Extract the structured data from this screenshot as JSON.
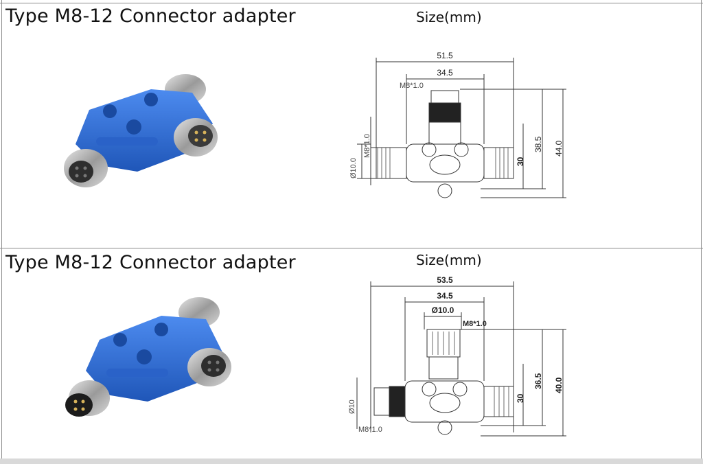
{
  "rows": [
    {
      "title": "Type M8-12 Connector adapter",
      "size_label": "Size(mm)",
      "dims": {
        "overall_width": "51.5",
        "inner_width": "34.5",
        "thread_top": "M8*1.0",
        "thread_side": "M8*1.0",
        "diameter": "Ø10.0",
        "height_inner": "38.5",
        "height_outer": "44.0",
        "body_height": "30"
      }
    },
    {
      "title": "Type M8-12 Connector adapter",
      "size_label": "Size(mm)",
      "dims": {
        "overall_width": "53.5",
        "inner_width": "34.5",
        "diameter_top": "Ø10.0",
        "thread_top": "M8*1.0",
        "height_inner": "36.5",
        "height_outer": "40.0",
        "body_height": "30",
        "diameter_side": "Ø10",
        "thread_side": "M8*1.0"
      }
    }
  ],
  "colors": {
    "connector_blue": "#2f6fd6",
    "metal": "#b9b9b9"
  }
}
